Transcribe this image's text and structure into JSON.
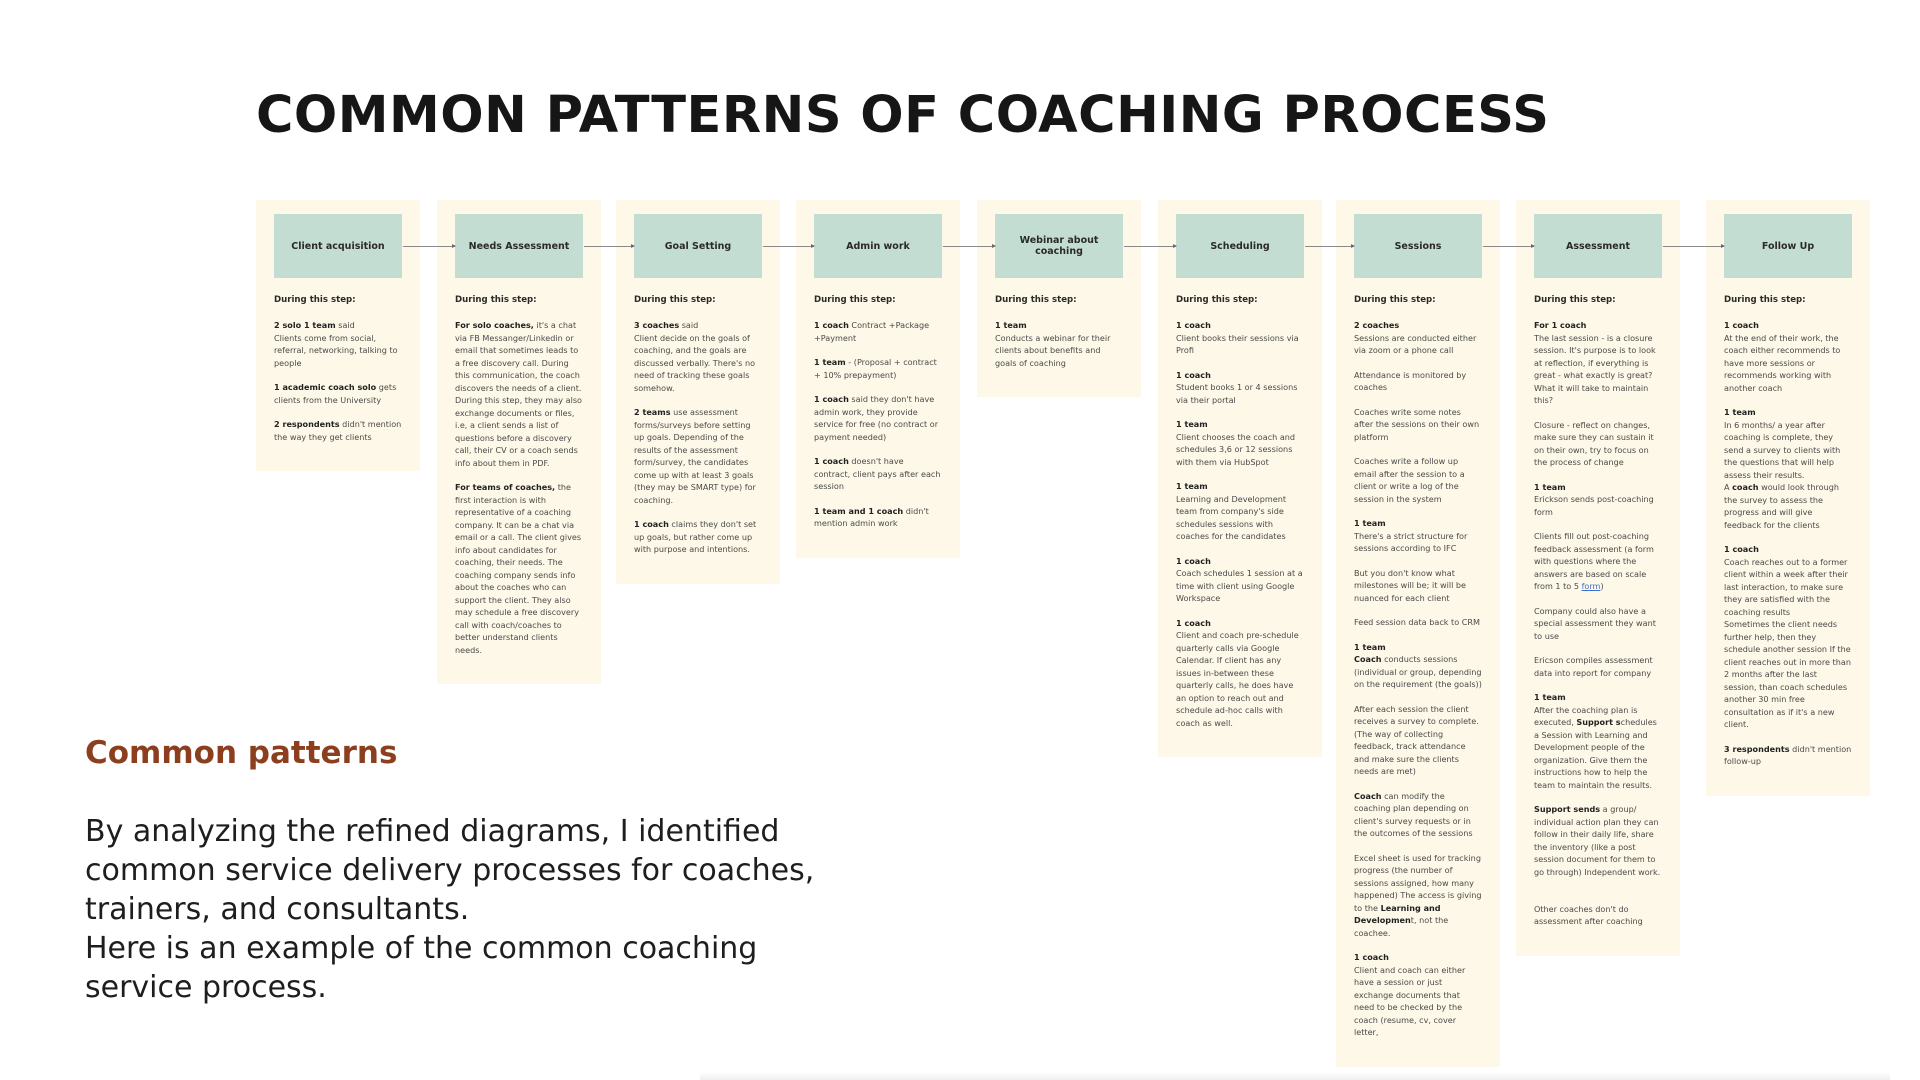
{
  "title": "COMMON PATTERNS OF COACHING PROCESS",
  "colors": {
    "step_box": "#c4ddd3",
    "column_bg": "#fdf8e7",
    "subtitle": "#8b3f1f",
    "link": "#3a6fd0"
  },
  "during_label": "During this step:",
  "steps": [
    {
      "label": "Client acquisition",
      "notes": [
        [
          {
            "b": "2 solo 1 team"
          },
          {
            "t": " said\nClients come from social, referral,  networking, talking to people"
          }
        ],
        [
          {
            "b": "1 academic coach solo"
          },
          {
            "t": " gets clients from the University"
          }
        ],
        [
          {
            "b": "2 respondents"
          },
          {
            "t": " didn't mention the way they get clients"
          }
        ]
      ]
    },
    {
      "label": "Needs Assessment",
      "notes": [
        [
          {
            "b": "For solo coaches,"
          },
          {
            "t": " it's a chat via FB Messanger/Linkedin or email that sometimes leads to a free discovery call. During this communication, the coach discovers the needs of a client. During this step, they may also exchange documents or files, i.e, a client  sends a list of questions before a discovery call, their CV or a coach sends info about them in PDF."
          }
        ],
        [
          {
            "b": "For teams of coaches,"
          },
          {
            "t": " the first interaction is with representative of a coaching company. It can be a chat via email or a call. The client gives info about candidates for coaching, their needs. The coaching company sends info about the coaches who can support the client. They also may schedule a free discovery call with coach/coaches to better understand clients needs."
          }
        ]
      ]
    },
    {
      "label": "Goal Setting",
      "notes": [
        [
          {
            "b": "3 coaches"
          },
          {
            "t": " said\nClient decide on the goals of coaching, and the goals are discussed verbally. There's no need of tracking  these goals somehow."
          }
        ],
        [
          {
            "b": "2 teams"
          },
          {
            "t": " use assessment forms/surveys before setting up goals. Depending of the results of the assessment form/survey, the candidates come up with at least 3 goals (they may be SMART type) for coaching."
          }
        ],
        [
          {
            "b": "1 coach"
          },
          {
            "t": " claims they don't set up goals, but rather come up with purpose and intentions."
          }
        ]
      ]
    },
    {
      "label": "Admin work",
      "notes": [
        [
          {
            "b": "1 coach"
          },
          {
            "t": " Contract +Package +Payment"
          }
        ],
        [
          {
            "b": "1 team"
          },
          {
            "t": " - (Proposal + contract + 10% prepayment)"
          }
        ],
        [
          {
            "b": "1 coach"
          },
          {
            "t": " said they don't have admin work, they provide service for free (no contract or payment needed)"
          }
        ],
        [
          {
            "b": "1 coach"
          },
          {
            "t": " doesn't have contract, client pays after each session"
          }
        ],
        [
          {
            "b": "1 team and 1 coach"
          },
          {
            "t": " didn't mention admin work"
          }
        ]
      ]
    },
    {
      "label": "Webinar about coaching",
      "notes": [
        [
          {
            "b": "1 team"
          },
          {
            "t": "\nConducts a webinar for their clients about benefits and goals of coaching"
          }
        ]
      ]
    },
    {
      "label": "Scheduling",
      "notes": [
        [
          {
            "b": "1 coach"
          },
          {
            "t": "\nClient books their sessions via Profi"
          }
        ],
        [
          {
            "b": "1 coach"
          },
          {
            "t": "\nStudent books 1 or 4 sessions via their portal"
          }
        ],
        [
          {
            "b": "1 team"
          },
          {
            "t": "\nClient chooses the coach and schedules 3,6 or 12 sessions with them via HubSpot"
          }
        ],
        [
          {
            "b": "1 team"
          },
          {
            "t": "\nLearning and Development team from company's side schedules sessions with coaches for the candidates"
          }
        ],
        [
          {
            "b": "1 coach"
          },
          {
            "t": "\nCoach schedules 1 session at a time with client using Google Workspace"
          }
        ],
        [
          {
            "b": "1 coach"
          },
          {
            "t": "\nClient and coach pre-schedule quarterly calls via Google Calendar. If client has any issues in-between these quarterly calls, he does have an option to reach out and schedule ad-hoc calls with coach as well."
          }
        ]
      ]
    },
    {
      "label": "Sessions",
      "notes": [
        [
          {
            "b": "2 coaches"
          },
          {
            "t": "\nSessions are conducted either via zoom or a phone call"
          }
        ],
        [
          {
            "t": "Attendance is monitored by coaches"
          }
        ],
        [
          {
            "t": "Coaches write some notes after the sessions on their own platform"
          }
        ],
        [
          {
            "t": "Coaches write a follow up email after the session to a client or write a log of the session in the system"
          }
        ],
        [
          {
            "b": "1 team"
          },
          {
            "t": "\nThere's a strict structure for sessions according to IFC"
          }
        ],
        [
          {
            "t": "But you don't know what milestones will be; it will be nuanced for each client"
          }
        ],
        [
          {
            "t": "Feed session data back to CRM"
          }
        ],
        [
          {
            "b": "1 team"
          },
          {
            "t": "\n"
          },
          {
            "b": "Coach"
          },
          {
            "t": " conducts sessions (individual or group, depending on the requirement (the goals))"
          }
        ],
        [
          {
            "t": "After each session the client receives a survey to complete. (The way of collecting feedback, track attendance and make sure the clients needs are met)"
          }
        ],
        [
          {
            "b": "Coach"
          },
          {
            "t": " can modify the coaching plan depending on client's survey requests or in the outcomes of the sessions"
          }
        ],
        [
          {
            "t": "Excel sheet is used for tracking progress (the number of sessions assigned, how many happened) The access is giving to the "
          },
          {
            "b": "Learning and Developmen"
          },
          {
            "t": "t, not the coachee."
          }
        ],
        [
          {
            "b": "1 coach"
          },
          {
            "t": "\nClient and coach can either have a session or just exchange documents that need to be checked by the coach (resume, cv, cover letter,"
          }
        ]
      ]
    },
    {
      "label": "Assessment",
      "notes": [
        [
          {
            "b": "For 1 coach"
          },
          {
            "t": "\nThe last session - is a closure session. It's purpose is to look at reflection, if everything is great - what exactly is great? What it will take to maintain this?"
          }
        ],
        [
          {
            "t": "Closure - reflect on changes, make sure they can sustain it on their own, try to focus on the process of change"
          }
        ],
        [
          {
            "b": "1 team"
          },
          {
            "t": "\nErickson sends post-coaching form"
          }
        ],
        [
          {
            "t": "Clients fill out post-coaching feedback assessment (a form with questions where the answers are based on scale from 1 to 5 "
          },
          {
            "a": "form"
          },
          {
            "t": ")"
          }
        ],
        [
          {
            "t": "Company could also have a special assessment they want to use"
          }
        ],
        [
          {
            "t": "Ericson compiles assessment data into report for company"
          }
        ],
        [
          {
            "b": "1 team"
          },
          {
            "t": "\nAfter the coaching plan is executed, "
          },
          {
            "b": "Support s"
          },
          {
            "t": "chedules a Session with Learning and Development people of the organization. Give them the instructions how to help the team to maintain the results."
          }
        ],
        [
          {
            "b": "Support sends"
          },
          {
            "t": " a group/ individual action plan they can follow in their daily life, share the inventory (like a post session document for them to go through) Independent work."
          }
        ],
        [
          {
            "t": "\nOther coaches don't do assessment after coaching"
          }
        ]
      ]
    },
    {
      "label": "Follow Up",
      "notes": [
        [
          {
            "b": "1 coach"
          },
          {
            "t": "\nAt the end of their work, the coach either recommends to have more sessions or recommends working with another coach"
          }
        ],
        [
          {
            "b": "1 team"
          },
          {
            "t": "\nIn 6 months/ a year after coaching is complete, they send a survey to clients with the questions that will help assess their results.\nA "
          },
          {
            "b": "coach"
          },
          {
            "t": " would look through the survey to assess the progress and will give feedback for the clients"
          }
        ],
        [
          {
            "b": "1 coach"
          },
          {
            "t": "\nCoach reaches out to a former client within a week after their last interaction, to make sure they are satisfied with the coaching results\nSometimes the client needs further help, then they schedule another session If the client reaches out in more than 2 months after the last session, than coach schedules another 30 min free consultation as if it's a new client."
          }
        ],
        [
          {
            "b": "3 respondents"
          },
          {
            "t": " didn't mention follow-up"
          }
        ]
      ]
    }
  ],
  "subtitle": "Common patterns",
  "description": "By analyzing the refined diagrams, I identified common service delivery processes for coaches, trainers, and consultants.\nHere is an example of the common coaching service process."
}
